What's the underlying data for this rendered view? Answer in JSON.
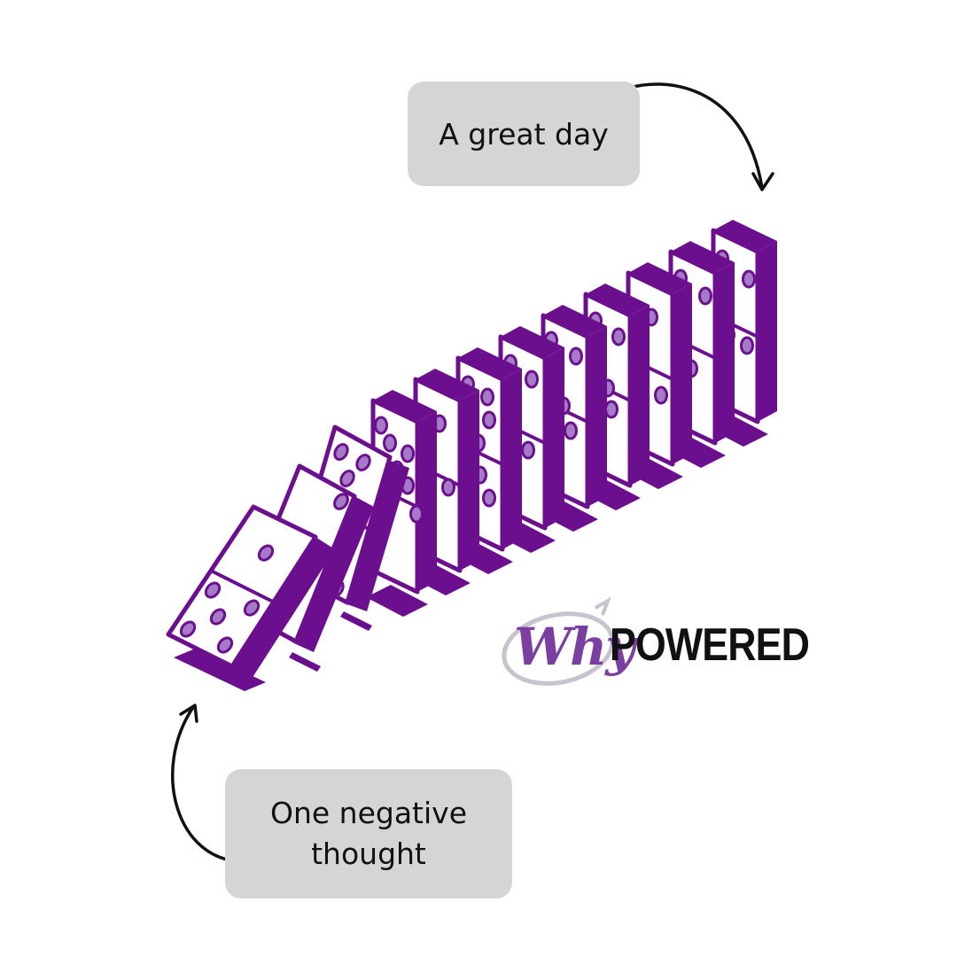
{
  "callouts": {
    "top": "A great day",
    "bottom_line1": "One negative",
    "bottom_line2": "thought"
  },
  "logo": {
    "why": "Why",
    "powered": "POWERED"
  },
  "colors": {
    "domino_purple": "#6c0f8e",
    "pip_fill": "#a57ac7",
    "callout_bg": "#d5d5d8",
    "arrow": "#111111",
    "logo_accent": "#7b3fa0"
  },
  "icons": {
    "arrow_top": "curved-arrow-down-icon",
    "arrow_bottom": "curved-arrow-up-icon",
    "domino": "domino-icon"
  }
}
